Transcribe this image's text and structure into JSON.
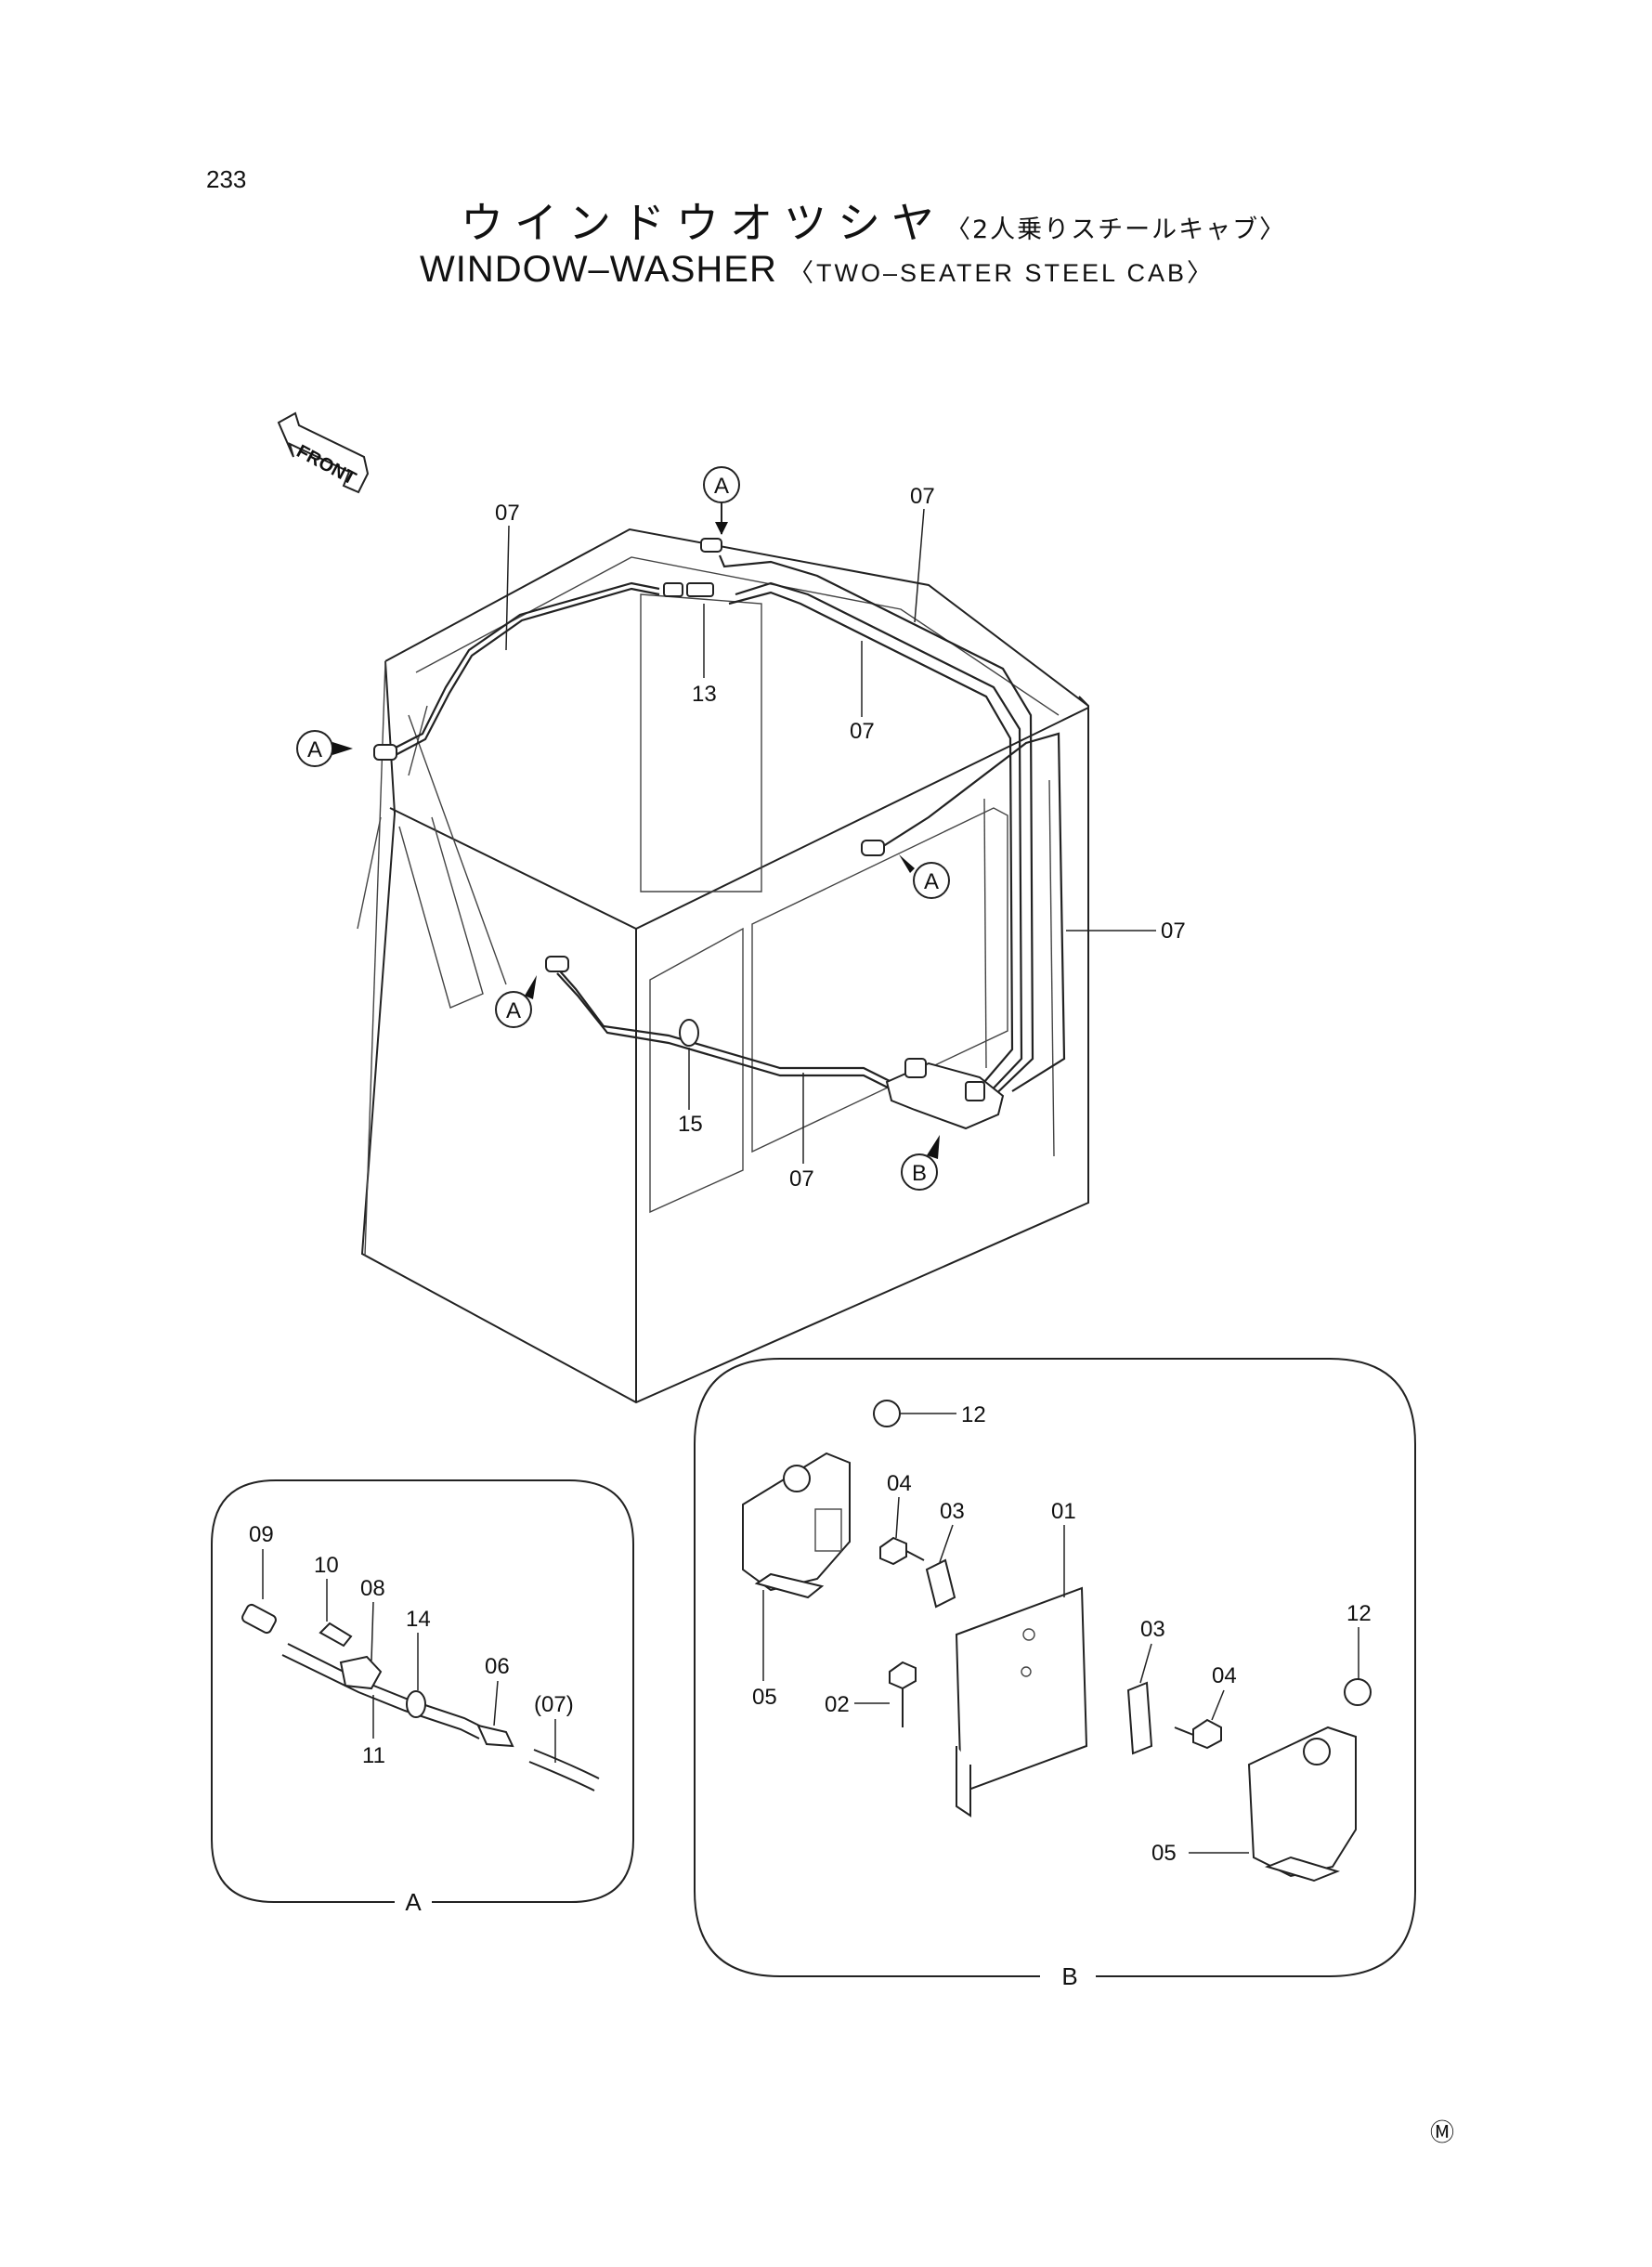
{
  "page": {
    "number": "233",
    "mark": "Ⓜ"
  },
  "title": {
    "jp": "ウインドウオツシヤ",
    "jp_sub": "〈2人乗りスチールキャブ〉",
    "en": "WINDOW–WASHER",
    "en_sub": "〈TWO–SEATER STEEL CAB〉"
  },
  "front_label": "FRONT",
  "callouts": {
    "A": "A",
    "B": "B"
  },
  "main_labels": [
    "07",
    "07",
    "13",
    "07",
    "07",
    "15",
    "07"
  ],
  "detail_a": {
    "caption": "A",
    "labels": [
      "09",
      "10",
      "08",
      "14",
      "06",
      "(07)",
      "11"
    ]
  },
  "detail_b": {
    "caption": "B",
    "labels": [
      "12",
      "04",
      "03",
      "01",
      "05",
      "02",
      "03",
      "04",
      "12",
      "05"
    ]
  }
}
